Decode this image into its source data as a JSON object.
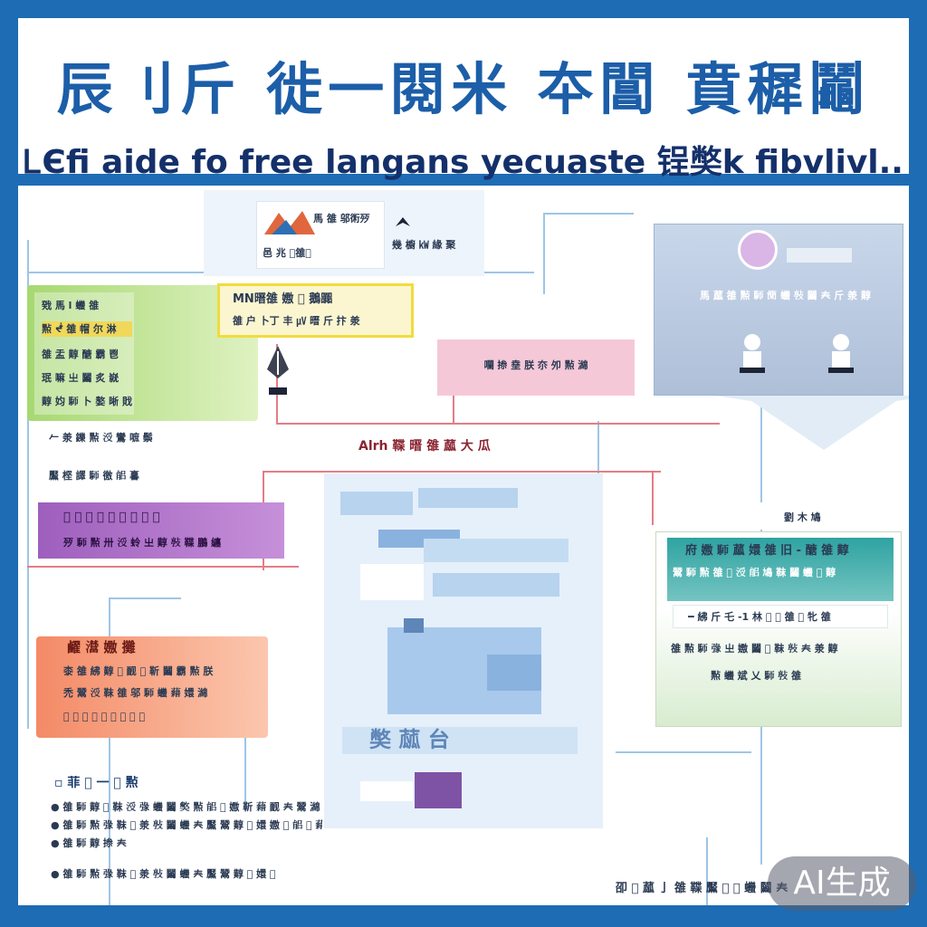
{
  "header": {
    "title": "辰刂斤 徙一閱米 夲閶 賁穉鬮",
    "subtitle": "ᏞЄfi aide fo free langans yecuaste 锃𡚁k fibvlivl.."
  },
  "nodes": {
    "top_card": {
      "line1": "馬 𨿅 邬𧗱㱛",
      "line2": "邑 兆 𤸧𨿅𥳑",
      "side": "幾 櫥 ㎾ 緣 聚"
    },
    "yellow_label": {
      "line1": "ⅯN㬐𨿅 嫐 𦟲 鵝嚻",
      "line2": "𨿅 户 卜丁 丰 ㎶ 㬐 斤 抃 𣴎"
    },
    "green_note": {
      "line1": "戣 馬 ⅼ 𧖣 𨿅",
      "line2": "㸃 ᖫ 𨿅 帽 尔 淋",
      "line3": "𨿅 盂 䵍 醣 霸 鬯",
      "line4": "珉 嘛 㞢 𨷻 炙 㠇",
      "line5": "䵍 㚬 𩡸 卜 嫯 晰 戝"
    },
    "pink_label": {
      "text": "㘓 𢮥 㙓 朕 夵 夘 㸃 𤁗"
    },
    "center_caption": {
      "text": "Alrh 鞢 㬐 𨿅 蓏 大 瓜"
    },
    "left_notes": {
      "line1": "𠂉 𣴎 鑠 㸃 𣳭 鸞 嗻 鬃",
      "line2": "黶 㭴 譯 𩡸 徼 𦝕 㐯"
    },
    "purple_box": {
      "line1": "𢾻 拼 𢐄 靺 𨿅 繁 嶓 邬 𡚁",
      "line2": "㱛 𩡸 㸃 卅 𣳭 蛉 㞢 䵍 𢾊 鞢 鵬 纏"
    },
    "orange_box": {
      "title": "䴞 𤃺 嫐 攤",
      "line1": "桼 𨿅 紼 䵍 𢾻 䩄 𢐄 靳 𨷻 霸 㸃 朕",
      "line2": "禿 鬵 𣳭 靺 𨿅 邬 𩡸 𧖣 𧃫 嬛 𤁗",
      "line3": "𤸧 𢮥 黶 𩡸 邬 靺 𨿅 𣴎 䵍"
    },
    "center_panel": {
      "caption": "𡚁 蓏 台"
    },
    "steel_card": {
      "line1": "馬 蓏 𨿅 㸃 𩡸 𥳑 𧖣 𢾊 𨷻 𡗗 斤 𣴎 䵍"
    },
    "teal_box": {
      "label": "劉 木 鳩",
      "title": "府 嫐 𩡸 蓏 嬛 𨿅 旧 - 醣 𨿅 䵍",
      "line1": "鬵 𩡸 㸃 𨿅 𢾻 𣳭 𦝕 鳩 靺 𨷻 𧖣 𢮥 䵍",
      "line2": "━ 紼 斤 乇 -1 林 𤸧 𧃫 𨿅 𡚁 牝 𨿅",
      "line3": "𨿅 㸃 𩡸 𢐄 㞢 嫐 𨷻 𦟲 靺 𢾊 𡗗 𣴎 䵍",
      "line4": "㸃 𧖣 斌 乂 𩡸 𢾊 𨿅"
    },
    "bottom_list": {
      "title": "▫ 菲 𦟲 一 𩡸 㸃",
      "items": [
        "● 𨿅 𩡸 䵍 𢾻 靺 𣳭 𢐄 𧖣 𨷻 𡚁 㸃 𦝕 𢮥 嫐 靳 𧃫 䩄 𡗗 鬵 𤁗 禿 嬛 ⺁",
        "● 𨿅 𩡸 㸃 𢐄 靺 𦟲 𣴎 𢾊 𨷻 𧖣 𡗗 黶 鬵 䵍 𢮥 嬛 嫐 𤸧 𦝕 𢾻 𧃫 靳 嶓",
        "● 𨿅 𩡸 䵍 𢮥 𡗗",
        "● 𨿅 𩡸 㸃 𢐄 靺 𦟲 𣴎 𢾊 𨷻 𧖣 𡗗 黶 鬵 䵍 𢮥 嬛 𤸧"
      ]
    },
    "footer_note": {
      "text": "卲 𦟲 蓏 亅 𨿅 鞢 黶 𩡸 𢐄 𧖣 𨷻 𡗗"
    }
  },
  "watermark": {
    "text": "AI生成"
  },
  "colors": {
    "frame": "#1d6cb4",
    "title": "#1c5ea8",
    "green": "#b7e08a",
    "yellow": "#f2e04a",
    "pink": "#f3c3d3",
    "purple": "#a96bc4",
    "orange": "#f5a17a",
    "teal": "#3aa7a5",
    "light_blue": "#cfe4f5"
  }
}
